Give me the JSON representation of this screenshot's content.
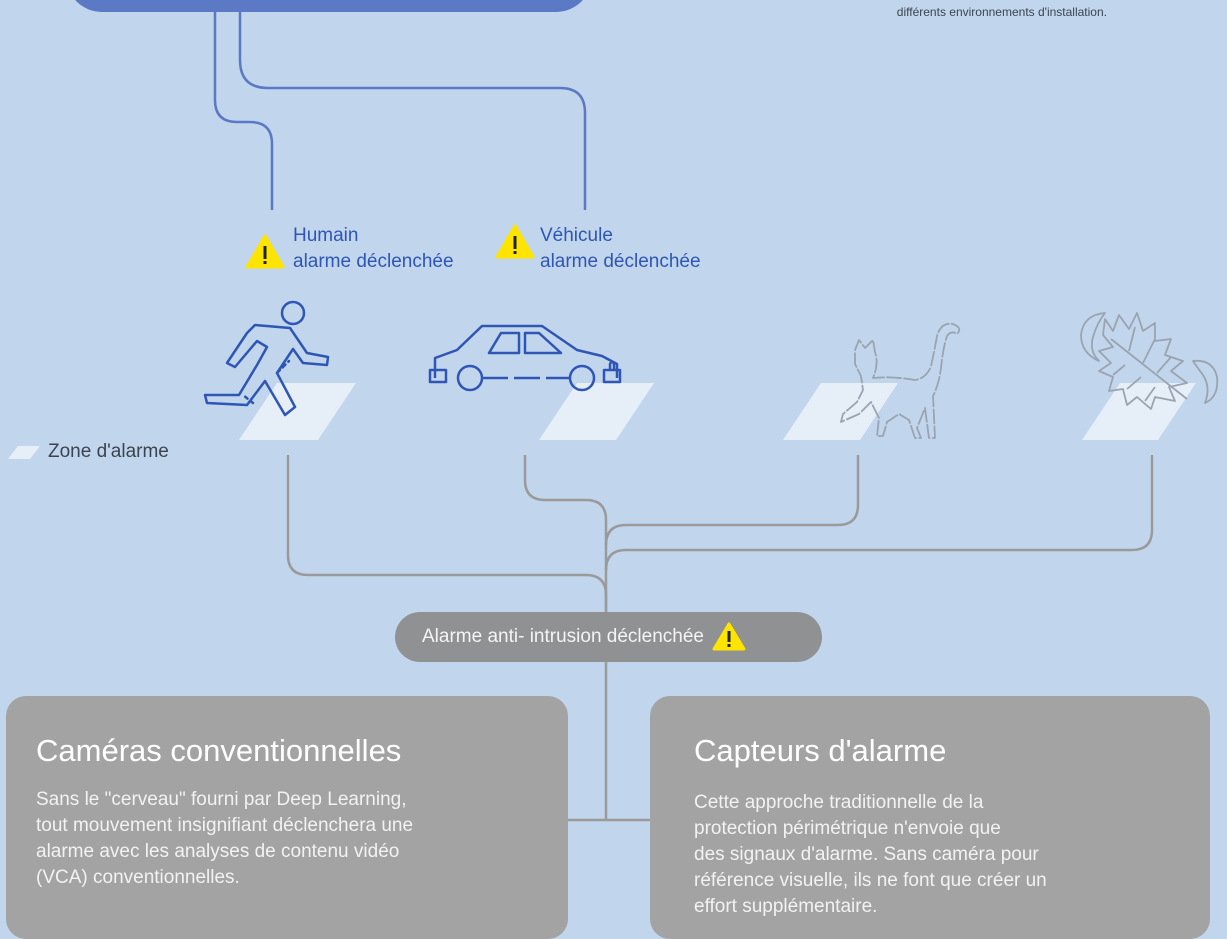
{
  "note": "différents environnements d'installation.",
  "alerts": {
    "human": {
      "line1": "Humain",
      "line2": "alarme déclenchée"
    },
    "vehicle": {
      "line1": "Véhicule",
      "line2": "alarme déclenchée"
    }
  },
  "zone_legend": "Zone d'alarme",
  "intrusion_alarm": "Alarme anti- intrusion déclenchée",
  "cards": {
    "conventional": {
      "title": "Caméras conventionnelles",
      "body": "Sans le \"cerveau\" fourni par Deep Learning,\ntout mouvement insignifiant déclenchera une\nalarme avec les analyses de contenu vidéo\n(VCA) conventionnelles."
    },
    "sensors": {
      "title": "Capteurs d'alarme",
      "body": "Cette approche traditionnelle de la\nprotection périmétrique n'envoie que\ndes signaux d'alarme. Sans caméra pour\nréférence visuelle, ils ne font que créer un\neffort supplémentaire."
    }
  },
  "colors": {
    "background": "#c1d6ec",
    "blue_line": "#5b79c4",
    "gray_line": "#9a9a9a",
    "warning": "#ffe400",
    "card": "#a3a3a3"
  }
}
